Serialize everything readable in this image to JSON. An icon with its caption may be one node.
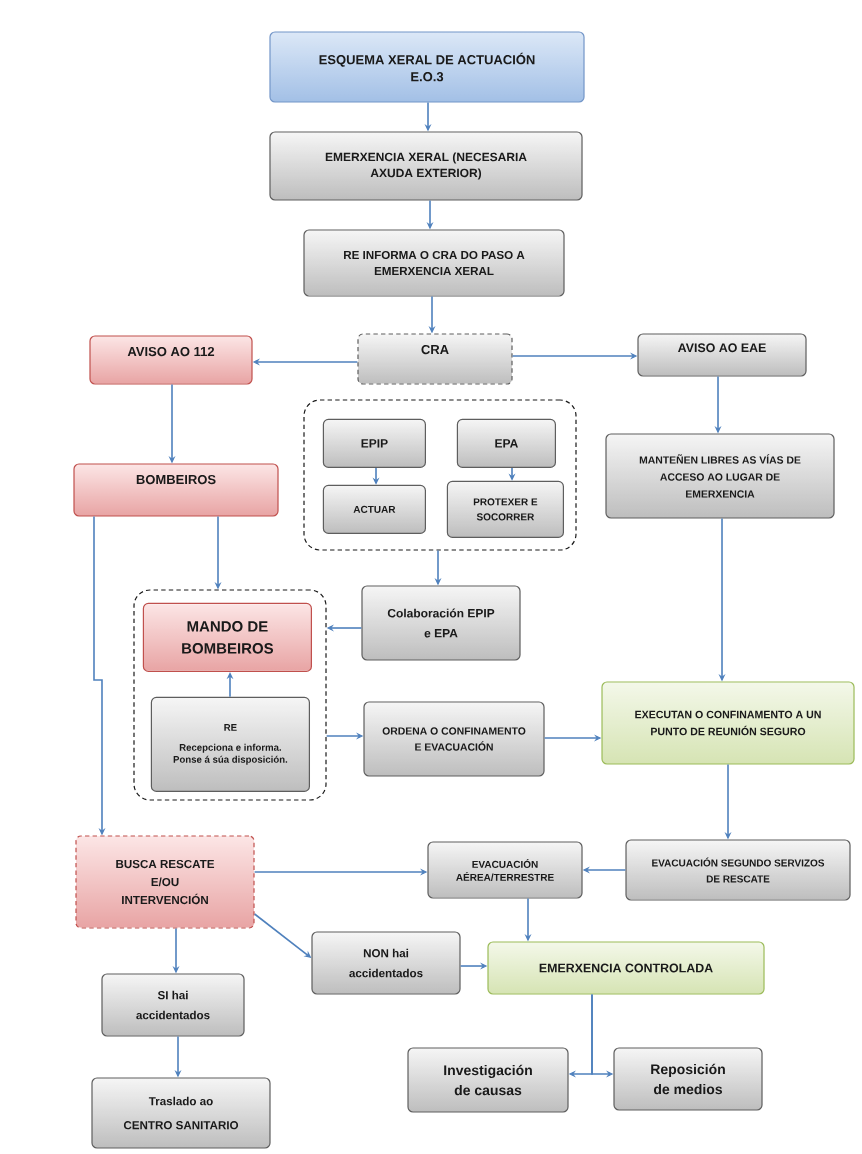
{
  "diagram": {
    "nodes": [
      {
        "text": [
          "ESQUEMA XERAL DE ACTUACIÓN E.O.3"
        ]
      },
      {
        "text": [
          "EMERXENCIA XERAL (NECESARIA AXUDA EXTERIOR)"
        ]
      },
      {
        "text": [
          "RE INFORMA O CRA DO PASO A EMERXENCIA XERAL"
        ]
      },
      {
        "text": [
          "AVISO AO 112"
        ]
      },
      {
        "text": [
          "CRA"
        ]
      },
      {
        "text": [
          "AVISO AO EAE"
        ]
      },
      {
        "text": [],
        "shape": "box"
      },
      {
        "text": [
          "EPIP"
        ],
        "in": 6
      },
      {
        "text": [
          "EPA"
        ],
        "in": 6
      },
      {
        "text": [
          "ACTUAR"
        ],
        "in": 6
      },
      {
        "text": [
          "PROTEXER E SOCORRER"
        ],
        "in": 6
      },
      {
        "text": [
          "BOMBEIROS"
        ]
      },
      {
        "text": [
          "MANTEÑEN LIBRES AS VÍAS DE ACCESO AO LUGAR DE EMERXENCIA"
        ]
      },
      {
        "text": [],
        "shape": "box"
      },
      {
        "text": [
          "MANDO DE BOMBEIROS"
        ],
        "in": 13
      },
      {
        "text": [
          "RE",
          "Recepciona e informa. Ponse á súa disposición."
        ],
        "in": 13
      },
      {
        "text": [
          "Colaboración EPIP e EPA"
        ]
      },
      {
        "text": [
          "ORDENA O CONFINAMENTO E EVACUACIÓN"
        ]
      },
      {
        "text": [
          "EXECUTAN O CONFINAMENTO A UN PUNTO DE REUNIÓN SEGURO"
        ]
      },
      {
        "text": [
          "BUSCA RESCATE E/OU INTERVENCIÓN"
        ]
      },
      {
        "text": [
          "EVACUACIÓN AÉREA/TERRESTRE"
        ]
      },
      {
        "text": [
          "EVACUACIÓN SEGUNDO SERVIZOS DE RESCATE"
        ]
      },
      {
        "text": [
          "NON hai accidentados"
        ]
      },
      {
        "text": [
          "EMERXENCIA CONTROLADA"
        ]
      },
      {
        "text": [
          "SI hai accidentados"
        ]
      },
      {
        "text": [
          "Investigación de causas"
        ]
      },
      {
        "text": [
          "Reposición de medios"
        ]
      },
      {
        "text": [
          "Traslado ao",
          "CENTRO SANITARIO"
        ]
      }
    ],
    "edges": [
      {
        "from": 0,
        "to": 1,
        "arrow": "to"
      },
      {
        "from": 1,
        "to": 2,
        "arrow": "to"
      },
      {
        "from": 2,
        "to": 4,
        "arrow": "to"
      },
      {
        "from": 4,
        "to": 3,
        "arrow": "to"
      },
      {
        "from": 4,
        "to": 5,
        "arrow": "to"
      },
      {
        "from": 3,
        "to": 11,
        "arrow": "to"
      },
      {
        "from": 5,
        "to": 12,
        "arrow": "to"
      },
      {
        "from": 7,
        "to": 9,
        "arrow": "to"
      },
      {
        "from": 8,
        "to": 10,
        "arrow": "to"
      },
      {
        "from": 6,
        "to": 16,
        "arrow": "to"
      },
      {
        "from": 11,
        "to": 13,
        "arrow": "to"
      },
      {
        "from": 16,
        "to": 13,
        "arrow": "to"
      },
      {
        "from": 15,
        "to": 14,
        "arrow": "to"
      },
      {
        "from": 13,
        "to": 17,
        "arrow": "to"
      },
      {
        "from": 17,
        "to": 18,
        "arrow": "to"
      },
      {
        "from": 12,
        "to": 18,
        "arrow": "to"
      },
      {
        "from": 11,
        "to": 19,
        "arrow": "to"
      },
      {
        "from": 18,
        "to": 21,
        "arrow": "to"
      },
      {
        "from": 21,
        "to": 20,
        "arrow": "to"
      },
      {
        "from": 19,
        "to": 20,
        "arrow": "to"
      },
      {
        "from": 19,
        "to": 22,
        "arrow": "to"
      },
      {
        "from": 20,
        "to": 23,
        "arrow": "to"
      },
      {
        "from": 22,
        "to": 23,
        "arrow": "to"
      },
      {
        "from": 19,
        "to": 24,
        "arrow": "to"
      },
      {
        "from": 24,
        "to": 27,
        "arrow": "to"
      },
      {
        "from": 23,
        "to": 25,
        "arrow": "to"
      },
      {
        "from": 23,
        "to": 26,
        "arrow": "to"
      }
    ]
  }
}
